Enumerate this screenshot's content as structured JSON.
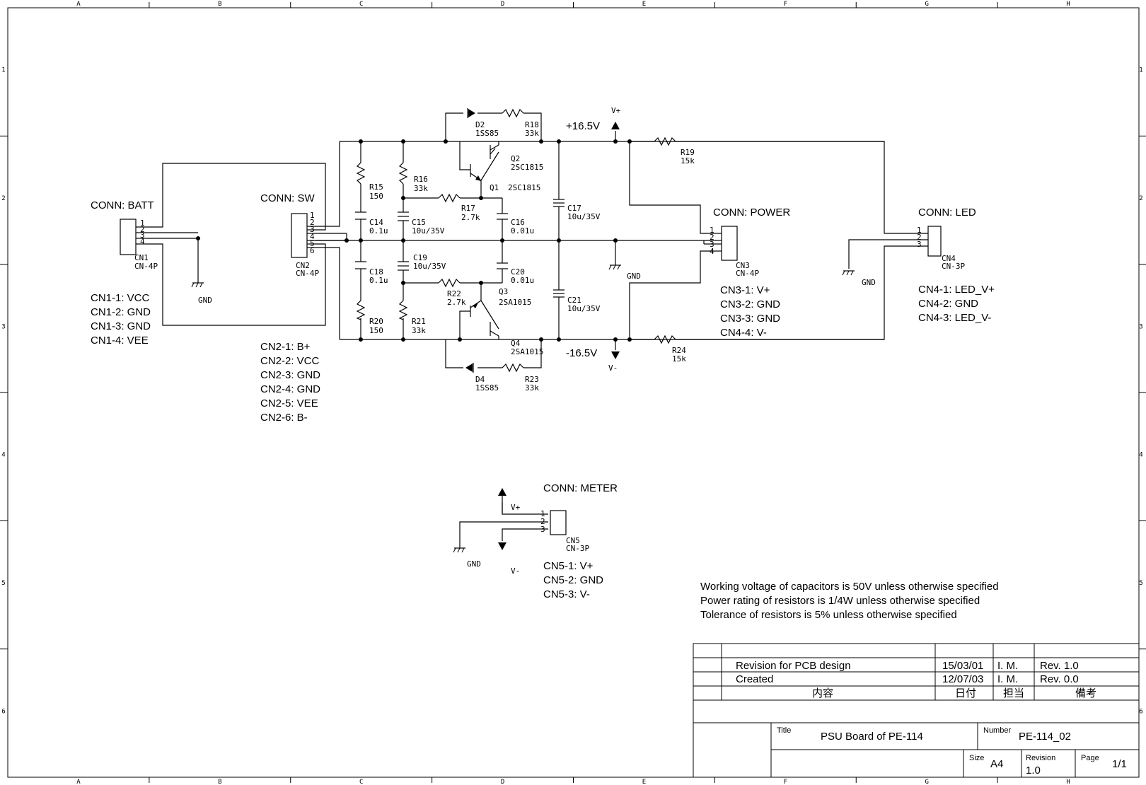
{
  "title_block": {
    "title_label": "Title",
    "title": "PSU Board of PE-114",
    "number_label": "Number",
    "number": "PE-114_02",
    "size_label": "Size",
    "size": "A4",
    "revision_label": "Revision",
    "revision": "1.0",
    "page_label": "Page",
    "page": "1/1",
    "history": [
      {
        "content": "Revision for PCB design",
        "date": "15/03/01",
        "person": "I. M.",
        "note": "Rev. 1.0"
      },
      {
        "content": "Created",
        "date": "12/07/03",
        "person": "I. M.",
        "note": "Rev. 0.0"
      }
    ],
    "history_header": {
      "content": "内容",
      "date": "日付",
      "person": "担当",
      "note": "備考"
    }
  },
  "border": {
    "columns": [
      "A",
      "B",
      "C",
      "D",
      "E",
      "F",
      "G",
      "H"
    ],
    "rows": [
      "1",
      "2",
      "3",
      "4",
      "5",
      "6"
    ]
  },
  "notes": [
    "Working voltage of capacitors is 50V unless otherwise specified",
    "Power rating of resistors is 1/4W unless otherwise specified",
    "Tolerance of resistors is 5% unless otherwise specified"
  ],
  "connectors": {
    "batt": {
      "title": "CONN: BATT",
      "ref": "CN1",
      "type": "CN-4P",
      "pins": [
        "1",
        "2",
        "3",
        "4"
      ],
      "pinout": [
        "CN1-1: VCC",
        "CN1-2: GND",
        "CN1-3: GND",
        "CN1-4: VEE"
      ]
    },
    "sw": {
      "title": "CONN: SW",
      "ref": "CN2",
      "type": "CN-4P",
      "pins": [
        "1",
        "2",
        "3",
        "4",
        "5",
        "6"
      ],
      "pinout": [
        "CN2-1: B+",
        "CN2-2: VCC",
        "CN2-3: GND",
        "CN2-4: GND",
        "CN2-5: VEE",
        "CN2-6: B-"
      ]
    },
    "power": {
      "title": "CONN: POWER",
      "ref": "CN3",
      "type": "CN-4P",
      "pins": [
        "1",
        "2",
        "3",
        "4"
      ],
      "pinout": [
        "CN3-1: V+",
        "CN3-2: GND",
        "CN3-3: GND",
        "CN4-4: V-"
      ]
    },
    "led": {
      "title": "CONN: LED",
      "ref": "CN4",
      "type": "CN-3P",
      "pins": [
        "1",
        "2",
        "3"
      ],
      "pinout": [
        "CN4-1: LED_V+",
        "CN4-2: GND",
        "CN4-3: LED_V-"
      ]
    },
    "meter": {
      "title": "CONN: METER",
      "ref": "CN5",
      "type": "CN-3P",
      "pins": [
        "1",
        "2",
        "3"
      ],
      "pinout": [
        "CN5-1: V+",
        "CN5-2: GND",
        "CN5-3: V-"
      ]
    }
  },
  "components": {
    "R15": {
      "ref": "R15",
      "value": "150"
    },
    "R16": {
      "ref": "R16",
      "value": "33k"
    },
    "R17": {
      "ref": "R17",
      "value": "2.7k"
    },
    "R18": {
      "ref": "R18",
      "value": "33k"
    },
    "R19": {
      "ref": "R19",
      "value": "15k"
    },
    "R20": {
      "ref": "R20",
      "value": "150"
    },
    "R21": {
      "ref": "R21",
      "value": "33k"
    },
    "R22": {
      "ref": "R22",
      "value": "2.7k"
    },
    "R23": {
      "ref": "R23",
      "value": "33k"
    },
    "R24": {
      "ref": "R24",
      "value": "15k"
    },
    "C14": {
      "ref": "C14",
      "value": "0.1u"
    },
    "C15": {
      "ref": "C15",
      "value": "10u/35V"
    },
    "C16": {
      "ref": "C16",
      "value": "0.01u"
    },
    "C17": {
      "ref": "C17",
      "value": "10u/35V"
    },
    "C18": {
      "ref": "C18",
      "value": "0.1u"
    },
    "C19": {
      "ref": "C19",
      "value": "10u/35V"
    },
    "C20": {
      "ref": "C20",
      "value": "0.01u"
    },
    "C21": {
      "ref": "C21",
      "value": "10u/35V"
    },
    "D2": {
      "ref": "D2",
      "value": "1SS85"
    },
    "D4": {
      "ref": "D4",
      "value": "1SS85"
    },
    "Q1": {
      "ref": "Q1",
      "value": "2SC1815"
    },
    "Q2": {
      "ref": "Q2",
      "value": "2SC1815"
    },
    "Q3": {
      "ref": "Q3",
      "value": "2SA1015"
    },
    "Q4": {
      "ref": "Q4",
      "value": "2SA1015"
    }
  },
  "nets": {
    "vplus_text": "+16.5V",
    "vminus_text": "-16.5V",
    "vplus": "V+",
    "vminus": "V-",
    "gnd": "GND"
  }
}
